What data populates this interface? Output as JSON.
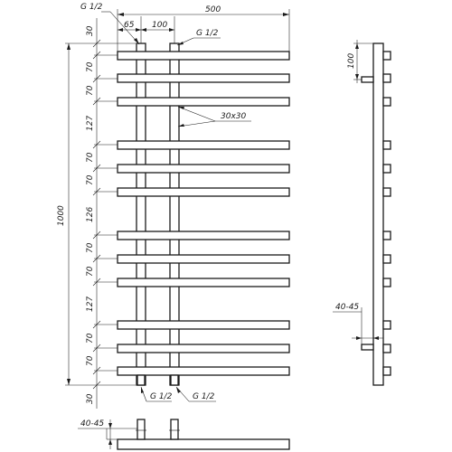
{
  "top_dims": {
    "overall_width": "500",
    "pipe_offset": "65",
    "pipe_spacing": "100",
    "inlet_top_left": "G 1/2",
    "inlet_top_right": "G 1/2"
  },
  "left_dims": {
    "overall_height": "1000",
    "segments": [
      "30",
      "70",
      "70",
      "127",
      "70",
      "70",
      "126",
      "70",
      "70",
      "127",
      "70",
      "70",
      "30"
    ]
  },
  "annotations": {
    "profile": "30x30",
    "inlet_bottom_left": "G 1/2",
    "inlet_bottom_right": "G 1/2",
    "wall_gap_side": "40-45",
    "wall_gap_bottom": "40-45",
    "side_spacing": "100"
  }
}
